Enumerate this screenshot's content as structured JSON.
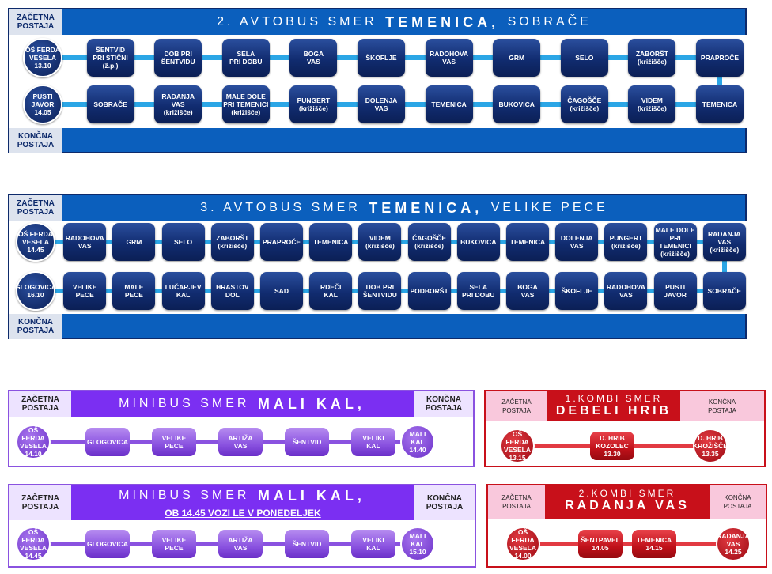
{
  "labels": {
    "start": "ZAČETNA\nPOSTAJA",
    "end": "KONČNA\nPOSTAJA"
  },
  "route2": {
    "title_pre": "2. AVTOBUS  SMER",
    "title_dest": "TEMENICA,",
    "title_post": "SOBRAČE",
    "row1": [
      "OŠ FERDA\nVESELA\n13.10",
      "ŠENTVID\nPRI STIČNI\n(ž.p.)",
      "DOB PRI\nŠENTVIDU",
      "SELA\nPRI DOBU",
      "BOGA\nVAS",
      "ŠKOFLJE",
      "RADOHOVA\nVAS",
      "GRM",
      "SELO",
      "ZABORŠT\n(križišče)",
      "PRAPROČE"
    ],
    "row2": [
      "PUSTI\nJAVOR\n14.05",
      "SOBRAČE",
      "RADANJA\nVAS\n(križišče)",
      "MALE DOLE\nPRI TEMENICI\n(križišče)",
      "PUNGERT\n(križišče)",
      "DOLENJA\nVAS",
      "TEMENICA",
      "BUKOVICA",
      "ČAGOŠČE\n(križišče)",
      "VIDEM\n(križišče)",
      "TEMENICA"
    ]
  },
  "route3": {
    "title_pre": "3. AVTOBUS  SMER",
    "title_dest": "TEMENICA,",
    "title_post": "VELIKE PECE",
    "row1": [
      "OŠ FERDA\nVESELA\n14.45",
      "RADOHOVA\nVAS",
      "GRM",
      "SELO",
      "ZABORŠT\n(križišče)",
      "PRAPROČE",
      "TEMENICA",
      "VIDEM\n(križišče)",
      "ČAGOŠČE\n(križišče)",
      "BUKOVICA",
      "TEMENICA",
      "DOLENJA\nVAS",
      "PUNGERT\n(križišče)",
      "MALE DOLE\nPRI\nTEMENICI\n(križišče)",
      "RADANJA\nVAS\n(križišče)"
    ],
    "row2": [
      "GLOGOVICA\n16.10",
      "VELIKE\nPECE",
      "MALE\nPECE",
      "LUČARJEV\nKAL",
      "HRASTOV\nDOL",
      "SAD",
      "RDEČI\nKAL",
      "DOB PRI\nŠENTVIDU",
      "PODBORŠT",
      "SELA\nPRI DOBU",
      "BOGA\nVAS",
      "ŠKOFLJE",
      "RADOHOVA\nVAS",
      "PUSTI\nJAVOR",
      "SOBRAČE"
    ]
  },
  "mini1": {
    "title_pre": "MINIBUS SMER",
    "title_dest": "MALI KAL,",
    "stops": [
      "OŠ FERDA\nVESELA\n14.10",
      "GLOGOVICA",
      "VELIKE\nPECE",
      "ARTIŽA\nVAS",
      "ŠENTVID",
      "VELIKI\nKAL",
      "MALI\nKAL\n14.40"
    ]
  },
  "mini2": {
    "title_pre": "MINIBUS SMER",
    "title_dest": "MALI KAL,",
    "subtitle": "OB 14.45 VOZI LE V PONEDELJEK",
    "stops": [
      "OŠ FERDA\nVESELA\n14.45",
      "GLOGOVICA",
      "VELIKE\nPECE",
      "ARTIŽA\nVAS",
      "ŠENTVID",
      "VELIKI\nKAL",
      "MALI\nKAL\n15.10"
    ]
  },
  "kombi1": {
    "title_pre": "1.KOMBI SMER",
    "title_dest": "DEBELI HRIB",
    "stops": [
      "OŠ FERDA\nVESELA\n13.15",
      "D. HRIB\nKOZOLEC\n13.30",
      "D. HRIB\nKROŽIŠČE\n13.35"
    ]
  },
  "kombi2": {
    "title_pre": "2.KOMBI SMER",
    "title_dest": "RADANJA VAS",
    "stops": [
      "OŠ FERDA\nVESELA\n14.00",
      "ŠENTPAVEL\n14.05",
      "TEMENICA\n14.15",
      "RADANJA\nVAS\n14.25"
    ]
  },
  "colors": {
    "blue": "#0b5fbd",
    "navy": "#0d2a6b",
    "violet": "#7b2ff2",
    "lavender": "#e8dcff",
    "red": "#c8101a",
    "pink": "#f9c8dc",
    "cyan": "#2ba6e6"
  }
}
